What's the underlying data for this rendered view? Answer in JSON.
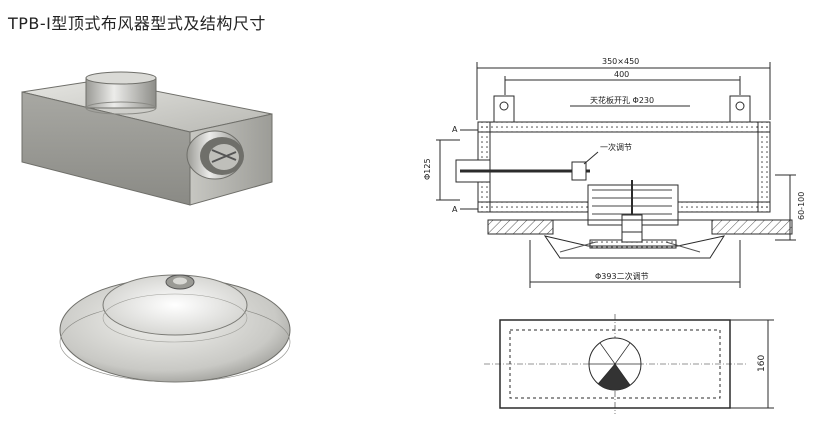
{
  "title": "TPB-Ⅰ型顶式布风器型式及结构尺寸",
  "drawing": {
    "dim_overall": "350×450",
    "dim_inner": "400",
    "dim_ceiling_hole": "天花板开孔 Φ230",
    "dim_primary": "一次调节",
    "dim_diameter": "Φ125",
    "dim_height": "60-100",
    "dim_secondary": "Φ393二次调节",
    "dim_plan_height": "160",
    "section_mark_a_top": "A",
    "section_mark_a_bottom": "A"
  },
  "colors": {
    "line": "#2b2b2b",
    "hatch": "#555555",
    "metal_light": "#d9d9d6",
    "metal_dark": "#8c8c88"
  }
}
